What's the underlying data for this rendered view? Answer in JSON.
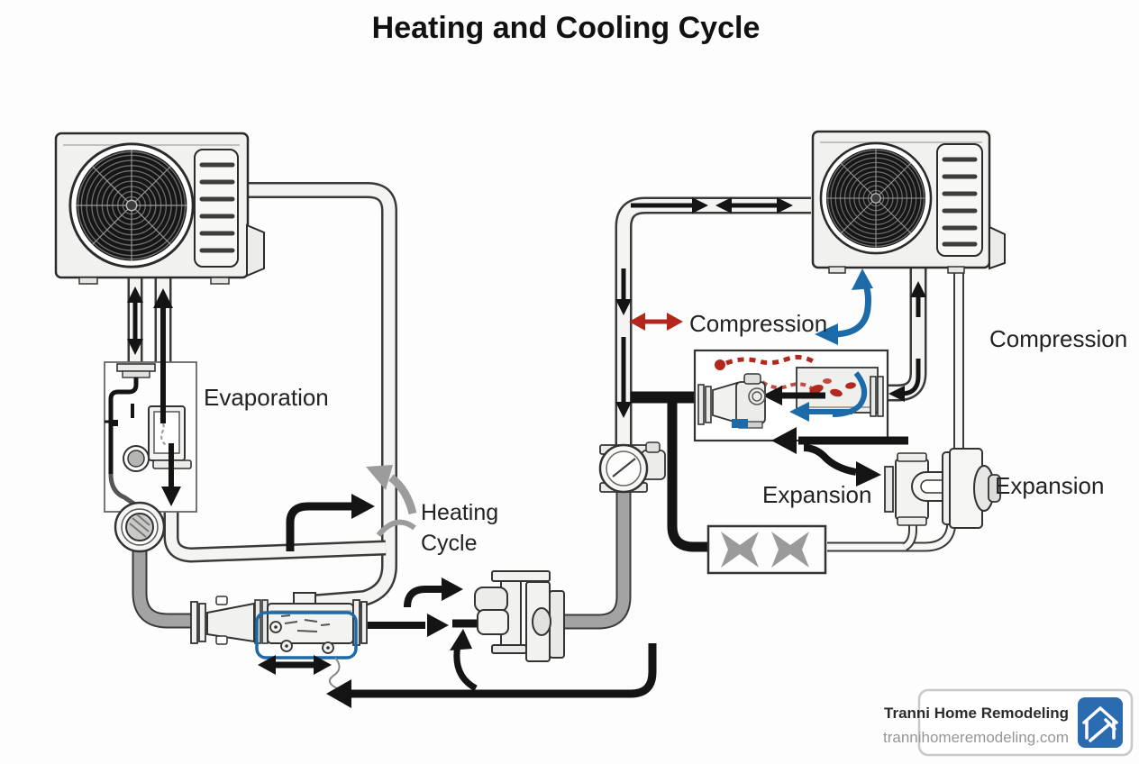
{
  "title": "Heating and Cooling Cycle",
  "diagram": {
    "labels": {
      "evaporation": "Evaporation",
      "heating_line1": "Heating",
      "heating_line2": "Cycle",
      "compression_mid": "Compression",
      "compression_right": "Compression",
      "expansion_left": "Expansion",
      "expansion_right": "Expansion"
    },
    "colors": {
      "flow_black": "#141414",
      "flow_red": "#b3281e",
      "flow_blue": "#1d6aa8",
      "flow_gray": "#9c9c9c",
      "pipe_fill": "#f4f4f2",
      "pipe_gray": "#a3a3a3",
      "outline": "#3a3a3a"
    }
  },
  "watermark": {
    "name": "Tranni Home Remodeling",
    "url": "trannihomeremodeling.com",
    "logo_color": "#2b6cb0"
  }
}
